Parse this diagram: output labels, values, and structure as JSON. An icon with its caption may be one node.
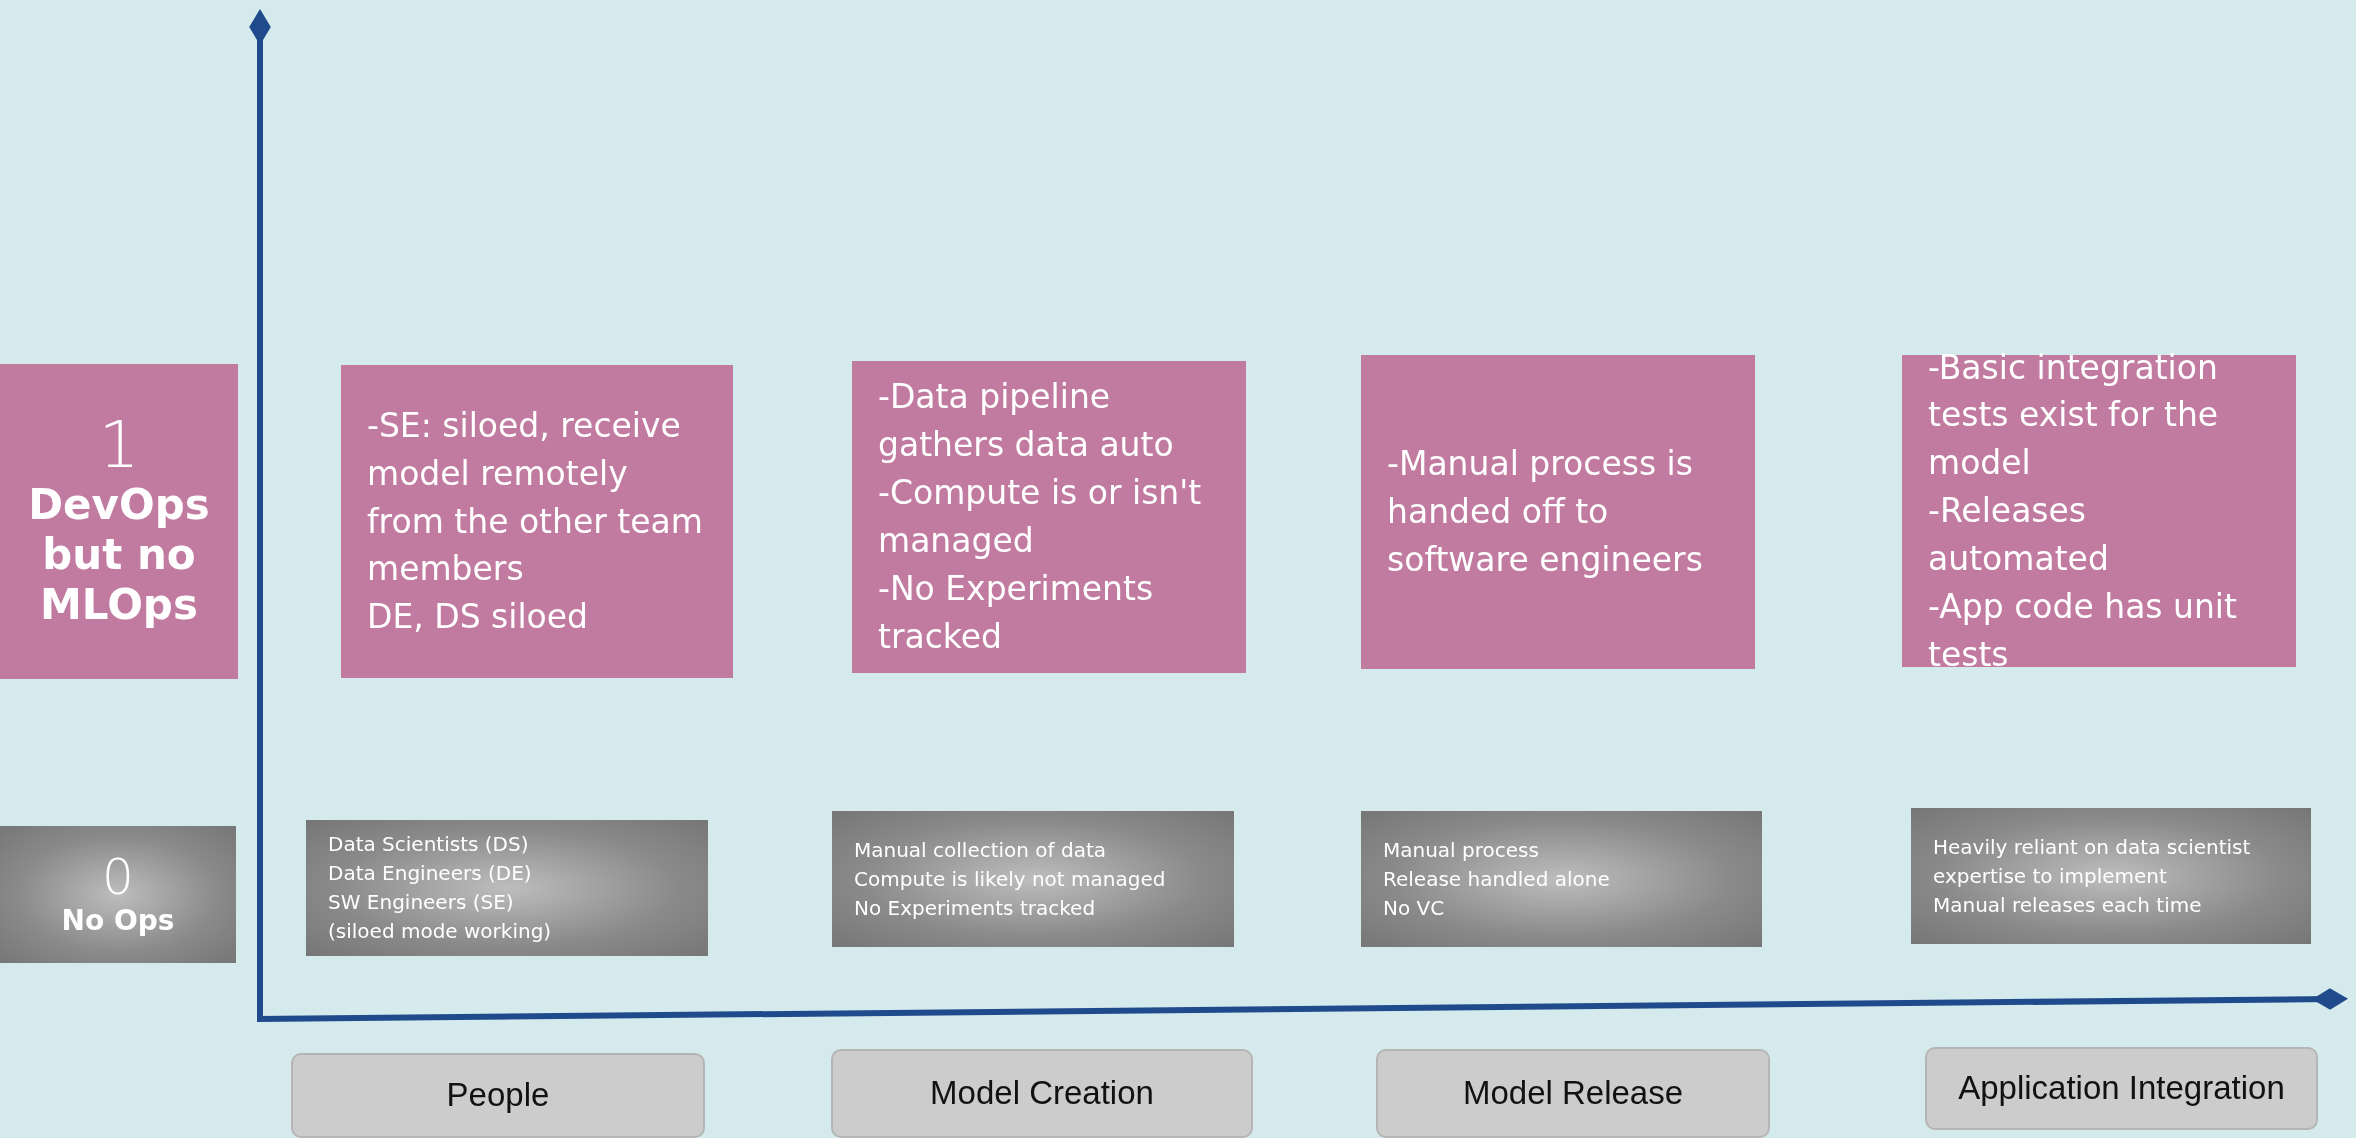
{
  "diagram": {
    "nodes": [
      {
        "text": [
          "1",
          "DevOps but no MLOps"
        ]
      },
      {
        "text": [
          "-SE: siloed, receive model remotely from the other team members",
          "DE, DS siloed"
        ]
      },
      {
        "text": [
          "-Data pipeline gathers data auto",
          "-Compute is or isn't managed",
          "-No Experiments tracked"
        ]
      },
      {
        "text": [
          "-Manual process is handed off to software engineers"
        ]
      },
      {
        "text": [
          "-Basic integration tests exist for the model",
          "-Releases automated",
          "-App code has unit tests"
        ]
      },
      {
        "text": [
          "0",
          "No Ops"
        ]
      },
      {
        "text": [
          "Data Scientists (DS)",
          "Data Engineers (DE)",
          "SW Engineers (SE)",
          "(siloed mode working)"
        ]
      },
      {
        "text": [
          "Manual collection of data",
          "Compute is likely not managed",
          "No Experiments tracked"
        ]
      },
      {
        "text": [
          "Manual process",
          "Release handled alone",
          "No VC"
        ]
      },
      {
        "text": [
          "Heavily reliant on data scientist expertise to implement",
          "Manual releases each time"
        ]
      },
      {
        "text": [
          "People"
        ]
      },
      {
        "text": [
          "Model Creation"
        ]
      },
      {
        "text": [
          "Model Release"
        ]
      },
      {
        "text": [
          "Application Integration"
        ]
      }
    ]
  }
}
